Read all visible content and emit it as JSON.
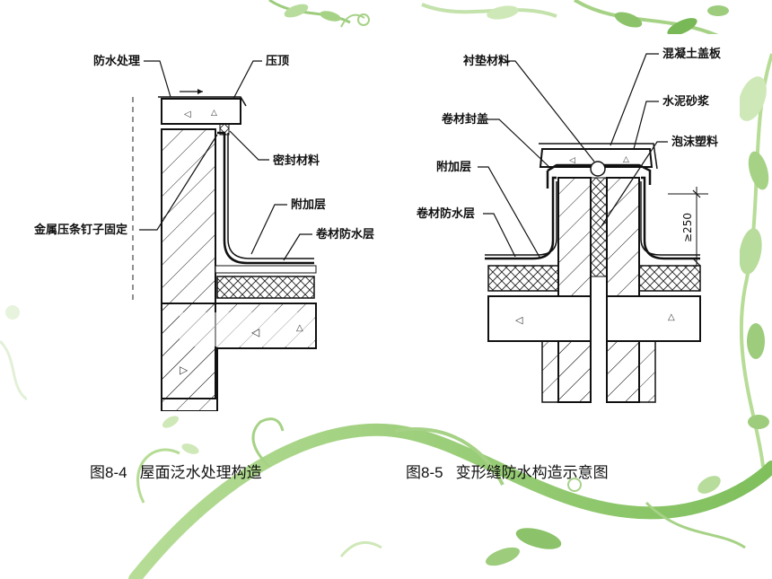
{
  "left_diagram": {
    "labels": {
      "waterproof_treatment": "防水处理",
      "coping": "压顶",
      "sealing_material": "密封材料",
      "metal_strip_nail": "金属压条钉子固定",
      "additional_layer": "附加层",
      "membrane_waterproof": "卷材防水层"
    },
    "caption_number": "图8-4",
    "caption_text": "屋面泛水处理构造"
  },
  "right_diagram": {
    "labels": {
      "backing_material": "衬垫材料",
      "concrete_cover": "混凝土盖板",
      "cement_mortar": "水泥砂浆",
      "membrane_seal": "卷材封盖",
      "foam_plastic": "泡沫塑料",
      "additional_layer": "附加层",
      "membrane_waterproof": "卷材防水层",
      "dimension": "≥250"
    },
    "caption_number": "图8-5",
    "caption_text": "变形缝防水构造示意图"
  },
  "colors": {
    "leaf_green": "#8cc36a",
    "leaf_light": "#cfe8b8",
    "line": "#111111"
  }
}
